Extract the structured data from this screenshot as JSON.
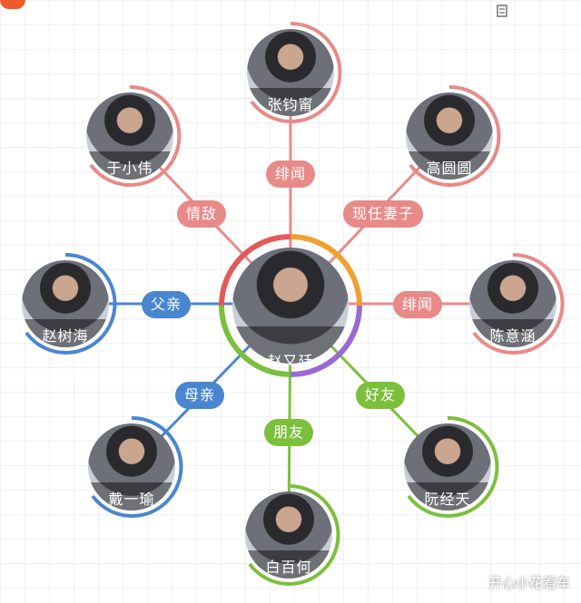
{
  "colors": {
    "pink": "#e88a88",
    "blue": "#4a86d0",
    "green": "#7cbf3c",
    "center_ring": [
      "#e35a5a",
      "#f0a030",
      "#7cbf3c",
      "#4a86d0",
      "#9a6ad4"
    ]
  },
  "center": {
    "name": "赵又廷"
  },
  "nodes": [
    {
      "id": "zhang",
      "name": "张钧甯",
      "relation": "绯闻",
      "color": "pink"
    },
    {
      "id": "gao",
      "name": "高圆圆",
      "relation": "现任妻子",
      "color": "pink"
    },
    {
      "id": "chen",
      "name": "陈意涵",
      "relation": "绯闻",
      "color": "pink"
    },
    {
      "id": "ruan",
      "name": "阮经天",
      "relation": "好友",
      "color": "green"
    },
    {
      "id": "bai",
      "name": "白百何",
      "relation": "朋友",
      "color": "green"
    },
    {
      "id": "dai",
      "name": "戴一瑜",
      "relation": "母亲",
      "color": "blue"
    },
    {
      "id": "zhao",
      "name": "赵树海",
      "relation": "父亲",
      "color": "blue"
    },
    {
      "id": "yu",
      "name": "于小伟",
      "relation": "情敌",
      "color": "pink"
    }
  ],
  "watermark": "开心小花看车",
  "corner_icon": "unknown-glyph-icon"
}
